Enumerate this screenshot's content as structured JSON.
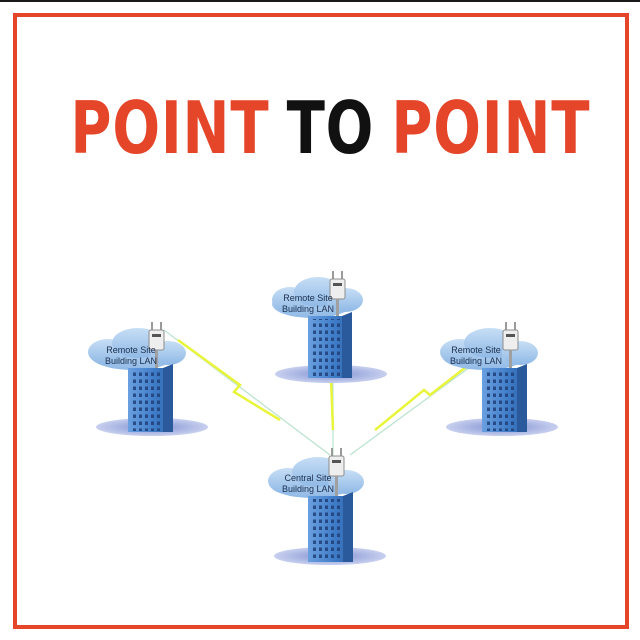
{
  "title": {
    "word1": "POINT",
    "word2": "TO",
    "word3": "POINT"
  },
  "colors": {
    "accent": "#e5462a",
    "dark": "#111111",
    "cloud": "#9bc4ea",
    "building": "#4a86d0",
    "link": "#e6f531"
  },
  "sites": [
    {
      "id": "remote-top",
      "line1": "Remote Site",
      "line2": "Building LAN"
    },
    {
      "id": "remote-left",
      "line1": "Remote Site",
      "line2": "Building LAN"
    },
    {
      "id": "remote-right",
      "line1": "Remote Site",
      "line2": "Building LAN"
    },
    {
      "id": "central",
      "line1": "Central Site",
      "line2": "Building LAN"
    }
  ],
  "links": [
    {
      "from": "central",
      "to": "remote-left"
    },
    {
      "from": "central",
      "to": "remote-top"
    },
    {
      "from": "central",
      "to": "remote-right"
    }
  ]
}
